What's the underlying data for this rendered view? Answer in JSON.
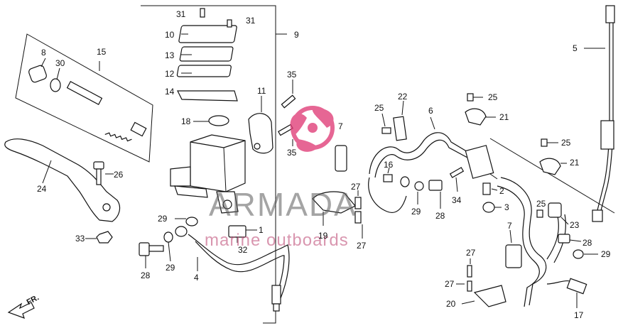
{
  "diagram": {
    "direction_label": "FR.",
    "part_labels": [
      {
        "id": "p31a",
        "text": "31"
      },
      {
        "id": "p31b",
        "text": "31"
      },
      {
        "id": "p10",
        "text": "10"
      },
      {
        "id": "p13",
        "text": "13"
      },
      {
        "id": "p12",
        "text": "12"
      },
      {
        "id": "p14",
        "text": "14"
      },
      {
        "id": "p18",
        "text": "18"
      },
      {
        "id": "p9",
        "text": "9"
      },
      {
        "id": "p11",
        "text": "11"
      },
      {
        "id": "p35a",
        "text": "35"
      },
      {
        "id": "p35b",
        "text": "35"
      },
      {
        "id": "p8",
        "text": "8"
      },
      {
        "id": "p30",
        "text": "30"
      },
      {
        "id": "p15",
        "text": "15"
      },
      {
        "id": "p24",
        "text": "24"
      },
      {
        "id": "p26",
        "text": "26"
      },
      {
        "id": "p33",
        "text": "33"
      },
      {
        "id": "p29a",
        "text": "29"
      },
      {
        "id": "p28a",
        "text": "28"
      },
      {
        "id": "p29b",
        "text": "29"
      },
      {
        "id": "p4",
        "text": "4"
      },
      {
        "id": "p1",
        "text": "1"
      },
      {
        "id": "p32",
        "text": "32"
      },
      {
        "id": "p7a",
        "text": "7"
      },
      {
        "id": "p25a",
        "text": "25"
      },
      {
        "id": "p22",
        "text": "22"
      },
      {
        "id": "p6",
        "text": "6"
      },
      {
        "id": "p16",
        "text": "16"
      },
      {
        "id": "p27a",
        "text": "27"
      },
      {
        "id": "p19",
        "text": "19"
      },
      {
        "id": "p27b",
        "text": "27"
      },
      {
        "id": "p29c",
        "text": "29"
      },
      {
        "id": "p28b",
        "text": "28"
      },
      {
        "id": "p34",
        "text": "34"
      },
      {
        "id": "p2",
        "text": "2"
      },
      {
        "id": "p3",
        "text": "3"
      },
      {
        "id": "p25b",
        "text": "25"
      },
      {
        "id": "p21a",
        "text": "21"
      },
      {
        "id": "p5",
        "text": "5"
      },
      {
        "id": "p25c",
        "text": "25"
      },
      {
        "id": "p21b",
        "text": "21"
      },
      {
        "id": "p25d",
        "text": "25"
      },
      {
        "id": "p23",
        "text": "23"
      },
      {
        "id": "p7b",
        "text": "7"
      },
      {
        "id": "p28c",
        "text": "28"
      },
      {
        "id": "p29d",
        "text": "29"
      },
      {
        "id": "p27c",
        "text": "27"
      },
      {
        "id": "p27d",
        "text": "27"
      },
      {
        "id": "p20",
        "text": "20"
      },
      {
        "id": "p17",
        "text": "17"
      }
    ]
  },
  "watermark": {
    "brand": "ARMADA",
    "tagline": "marine outboards",
    "logo_color": "#e0407a"
  }
}
